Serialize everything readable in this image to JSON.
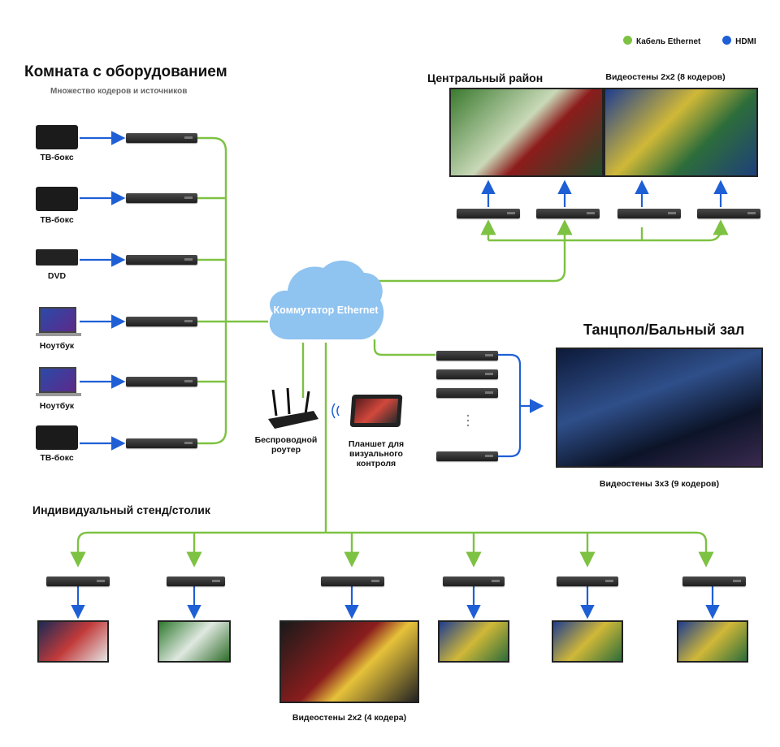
{
  "legend": {
    "ethernet": "Кабель Ethernet",
    "hdmi": "HDMI"
  },
  "colors": {
    "ethernet": "#7dc242",
    "hdmi": "#1f5fd6",
    "cloud": "#8fc3f0"
  },
  "equipment_room": {
    "title": "Комната с оборудованием",
    "subtitle": "Множество кодеров и источников",
    "sources": [
      {
        "label": "ТВ-бокс",
        "icon": "tv-box-icon"
      },
      {
        "label": "ТВ-бокс",
        "icon": "tv-box-icon"
      },
      {
        "label": "DVD",
        "icon": "dvd-player-icon"
      },
      {
        "label": "Ноутбук",
        "icon": "laptop-icon"
      },
      {
        "label": "Ноутбук",
        "icon": "laptop-icon"
      },
      {
        "label": "ТВ-бокс",
        "icon": "tv-box-icon"
      }
    ]
  },
  "switch": {
    "label": "Коммутатор Ethernet",
    "icon": "cloud-icon"
  },
  "router": {
    "label": "Беспроводной роутер",
    "icon": "router-icon"
  },
  "tablet": {
    "label": "Планшет для визуального контроля",
    "icon": "tablet-icon"
  },
  "central": {
    "title": "Центральный район",
    "wall_label": "Видеостены 2x2 (8 кодеров)"
  },
  "dance": {
    "title": "Танцпол/Бальный зал",
    "wall_label": "Видеостены 3x3 (9 кодеров)"
  },
  "individual": {
    "title": "Индивидуальный стенд/столик",
    "wall_label": "Видеостены 2x2 (4 кодера)"
  }
}
